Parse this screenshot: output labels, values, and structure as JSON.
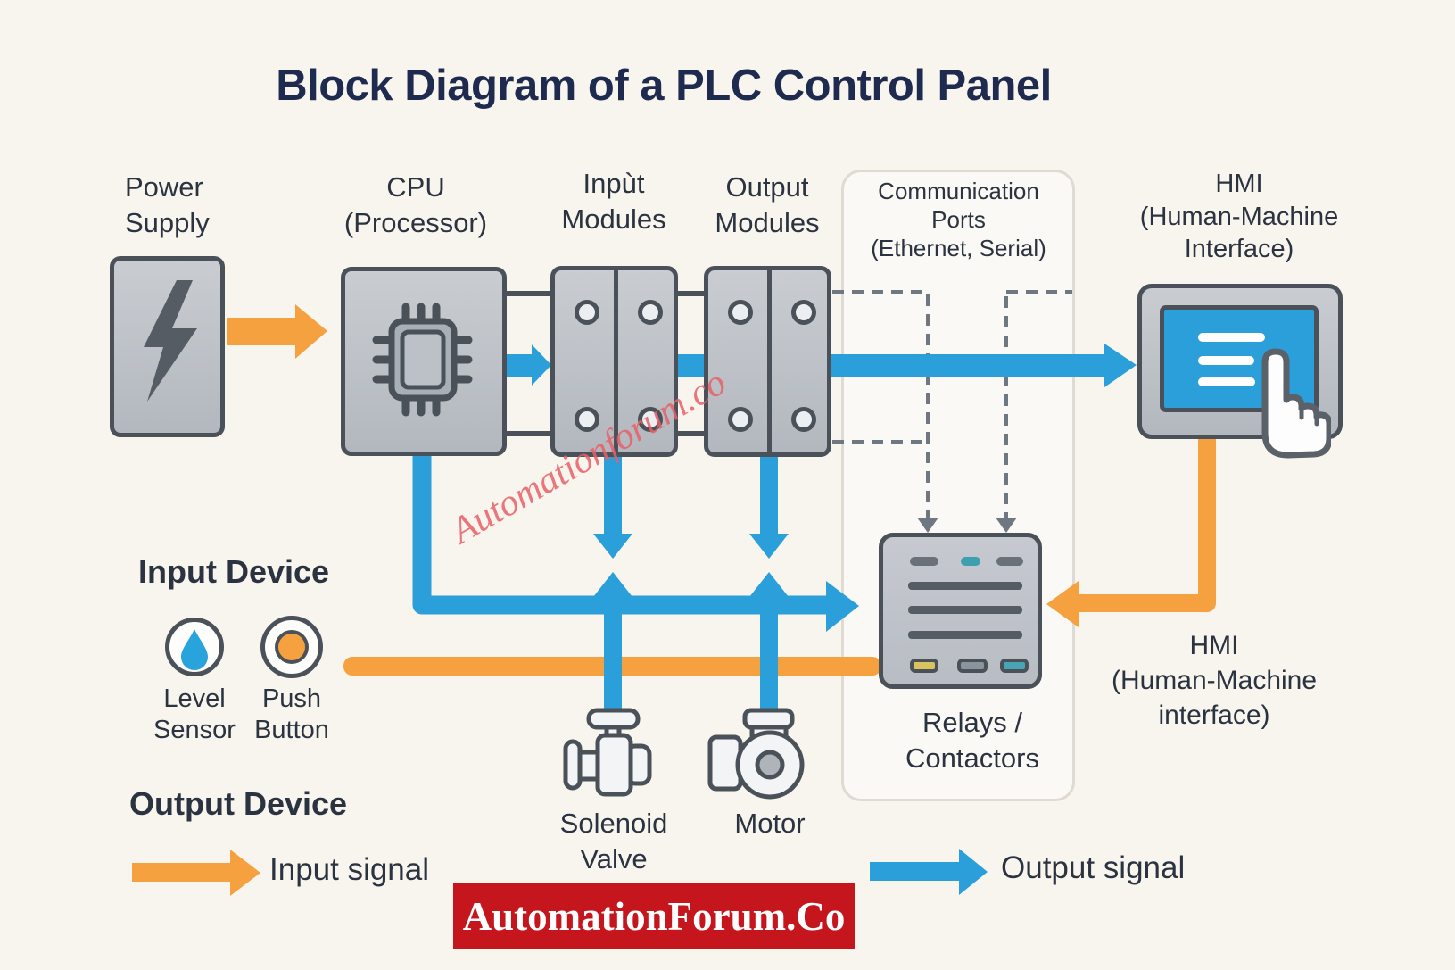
{
  "title": "Block Diagram of a PLC Control Panel",
  "colors": {
    "orange": "#F5A140",
    "blue": "#2B9FD9",
    "block_border": "#4A5158",
    "block_fill": "#BDC2C8",
    "background": "#F8F5EE",
    "title_color": "#1E2B4F",
    "text_color": "#2B3340",
    "banner_bg": "#C5161D",
    "banner_text": "#FFFFFF",
    "watermark": "#E86068",
    "dashed": "#6F7780",
    "screen_blue": "#2B9FD9"
  },
  "blocks": {
    "power_supply": {
      "label": "Power\nSupply"
    },
    "cpu": {
      "label": "CPU\n(Processor)"
    },
    "input_modules": {
      "label": "Inpùt\nModules"
    },
    "output_modules": {
      "label": "Output\nModules"
    },
    "comm_ports": {
      "label": "Communication\nPorts\n(Ethernet, Serial)"
    },
    "hmi_top": {
      "label": "HMI\n(Human-Machine\nInterface)"
    },
    "relays": {
      "label": "Relays /\nContactors"
    },
    "hmi_right": {
      "label": "HMI\n(Human-Machine\ninterface)"
    }
  },
  "devices": {
    "input_heading": "Input Device",
    "level_sensor": "Level\nSensor",
    "push_button": "Push\nButton",
    "output_heading": "Output Device",
    "solenoid_valve": "Solenoid\nValve",
    "motor": "Motor"
  },
  "legend": {
    "input_signal": "Input signal",
    "output_signal": "Output signal"
  },
  "watermark": "Automationforum.co",
  "banner": "AutomationForum.Co"
}
